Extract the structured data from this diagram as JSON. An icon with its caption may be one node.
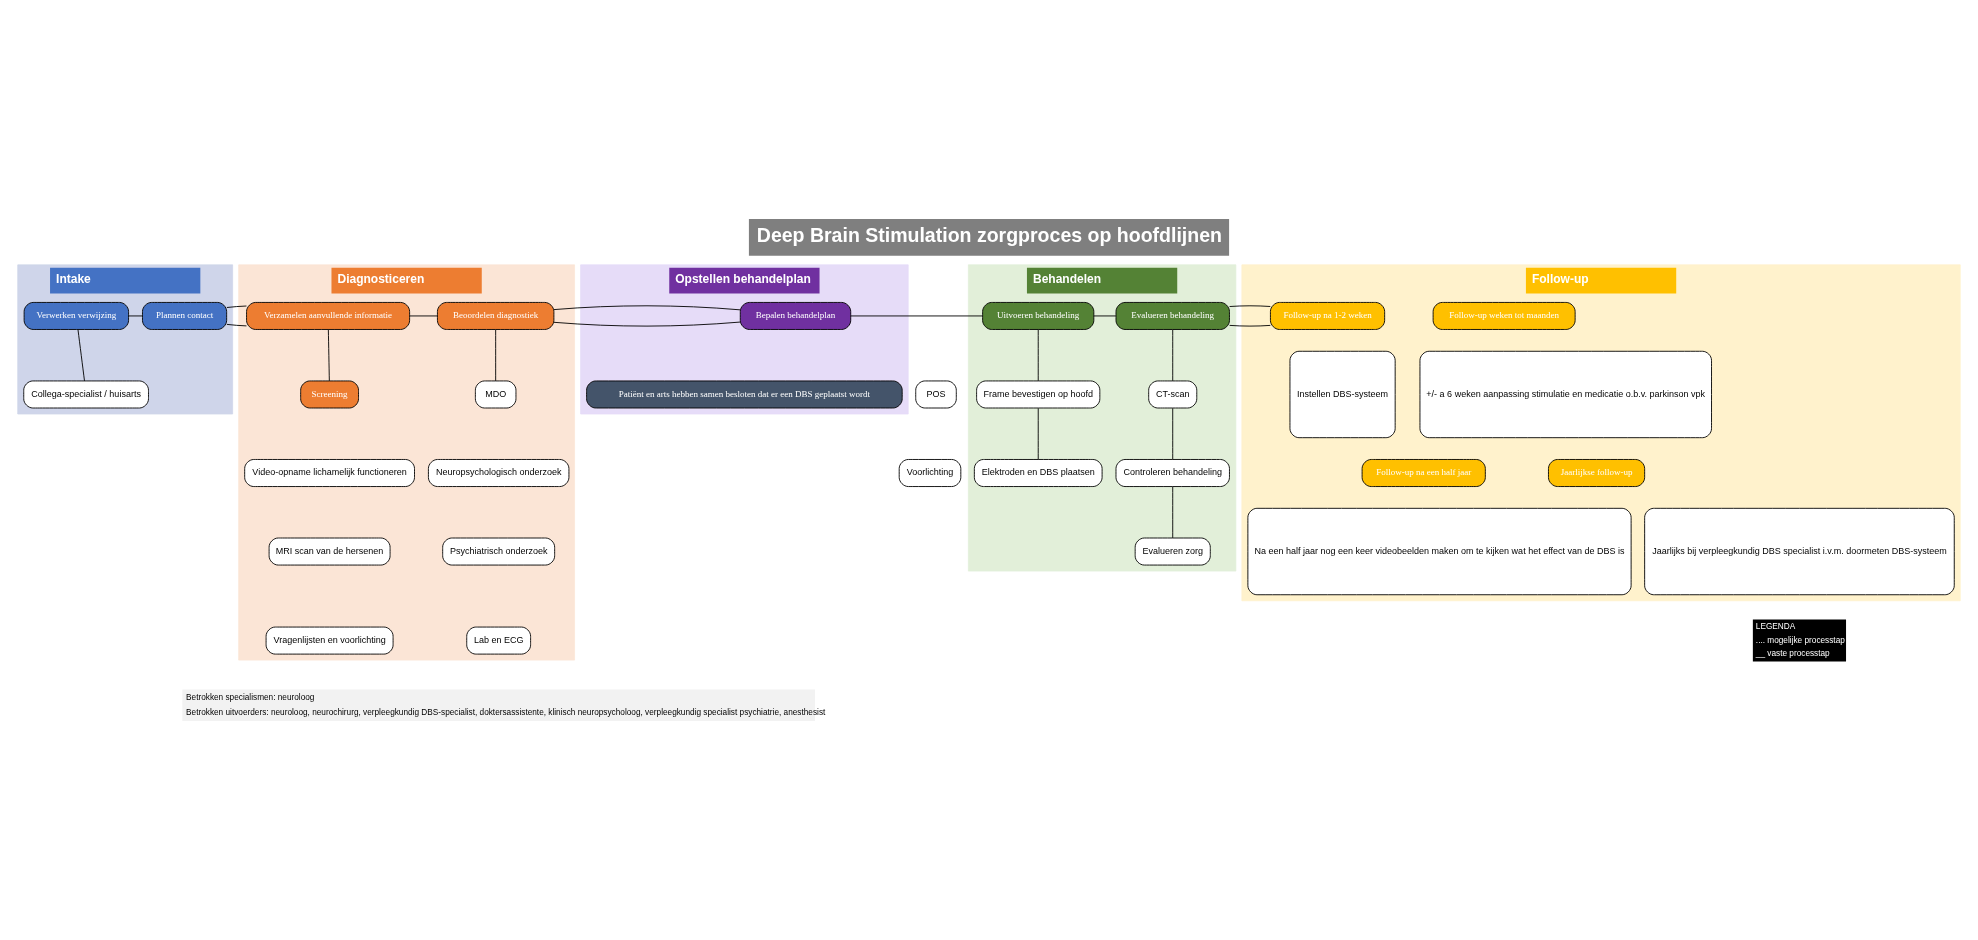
{
  "diagram": {
    "title": "Deep Brain Stimulation zorgproces op hoofdlijnen",
    "nodes": [
      {
        "text": [
          "Intake"
        ]
      },
      {
        "text": [
          "Verwerken verwijzing"
        ],
        "in": 0
      },
      {
        "text": [
          "Plannen contact"
        ],
        "in": 0
      },
      {
        "text": [
          "Collega-specialist / huisarts"
        ],
        "in": 0
      },
      {
        "text": [
          "Diagnosticeren"
        ]
      },
      {
        "text": [
          "Verzamelen aanvullende informatie"
        ],
        "in": 4
      },
      {
        "text": [
          "Beoordelen diagnostiek"
        ],
        "in": 4
      },
      {
        "text": [
          "Screening"
        ],
        "in": 4
      },
      {
        "text": [
          "Video-opname lichamelijk functioneren"
        ],
        "in": 4
      },
      {
        "text": [
          "Neuropsychologisch onderzoek"
        ],
        "in": 4
      },
      {
        "text": [
          "MRI scan van de hersenen"
        ],
        "in": 4
      },
      {
        "text": [
          "Psychiatrisch onderzoek"
        ],
        "in": 4
      },
      {
        "text": [
          "Vragenlijsten en voorlichting"
        ],
        "in": 4
      },
      {
        "text": [
          "Lab en ECG"
        ],
        "in": 4
      },
      {
        "text": [
          "MDO"
        ],
        "in": 4
      },
      {
        "text": [
          "Opstellen behandelplan"
        ]
      },
      {
        "text": [
          "Bepalen behandelplan"
        ],
        "in": 15
      },
      {
        "text": [
          "Patiënt en arts hebben samen besloten dat er een DBS geplaatst wordt"
        ],
        "in": 15
      },
      {
        "text": [
          "POS"
        ]
      },
      {
        "text": [
          "Voorlichting"
        ]
      },
      {
        "text": [
          "Behandelen"
        ]
      },
      {
        "text": [
          "Uitvoeren behandeling"
        ],
        "in": 20
      },
      {
        "text": [
          "Evalueren behandeling"
        ],
        "in": 20
      },
      {
        "text": [
          "Frame bevestigen op hoofd"
        ],
        "in": 20
      },
      {
        "text": [
          "Elektroden en DBS plaatsen"
        ],
        "in": 20
      },
      {
        "text": [
          "CT-scan"
        ],
        "in": 20
      },
      {
        "text": [
          "Controleren behandeling"
        ],
        "in": 20
      },
      {
        "text": [
          "Evalueren zorg"
        ],
        "in": 20
      },
      {
        "text": [
          "Follow-up"
        ]
      },
      {
        "text": [
          "Follow-up na 1-2 weken"
        ],
        "in": 28
      },
      {
        "text": [
          "Instellen DBS-systeem"
        ],
        "in": 28
      },
      {
        "text": [
          "Follow-up weken tot maanden"
        ],
        "in": 28
      },
      {
        "text": [
          "+/- a 6 weken aanpassing stimulatie en medicatie o.b.v. parkinson vpk"
        ],
        "in": 28
      },
      {
        "text": [
          "Follow-up na een half jaar"
        ],
        "in": 28
      },
      {
        "text": [
          "Na een half jaar nog een keer videobeelden maken om te kijken wat het effect van de DBS is"
        ],
        "in": 28
      },
      {
        "text": [
          "Jaarlijkse follow-up"
        ],
        "in": 28
      },
      {
        "text": [
          "Jaarlijks bij verpleegkundig DBS specialist i.v.m. doormeten DBS-systeem"
        ],
        "in": 28
      }
    ],
    "edges": [
      {
        "from": 1,
        "to": 2,
        "arrow": "none"
      },
      {
        "from": 2,
        "to": 5,
        "arrow": "none"
      },
      {
        "from": 5,
        "to": 6,
        "arrow": "none"
      },
      {
        "from": 6,
        "to": 16,
        "arrow": "none"
      },
      {
        "from": 16,
        "to": 21,
        "arrow": "none"
      },
      {
        "from": 21,
        "to": 22,
        "arrow": "none"
      },
      {
        "from": 22,
        "to": 29,
        "arrow": "none"
      },
      {
        "from": 1,
        "to": 3,
        "arrow": "none"
      },
      {
        "from": 5,
        "to": 7,
        "arrow": "none"
      },
      {
        "from": 6,
        "to": 14,
        "arrow": "none"
      },
      {
        "from": 21,
        "to": 23,
        "arrow": "none"
      },
      {
        "from": 23,
        "to": 24,
        "arrow": "none"
      },
      {
        "from": 22,
        "to": 25,
        "arrow": "none"
      },
      {
        "from": 25,
        "to": 26,
        "arrow": "none"
      },
      {
        "from": 26,
        "to": 27,
        "arrow": "none"
      }
    ],
    "labels": [
      "Betrokken specialismen: neuroloog",
      "Betrokken uitvoerders: neuroloog, neurochirurg, verpleegkundig DBS-specialist, doktersassistente, klinisch neuropsycholoog, verpleegkundig specialist psychiatrie, anesthesist",
      "LEGENDA"
    ],
    "legend": [
      {
        "text": ".... mogelijke processtap"
      },
      {
        "text": "__ vaste processtap"
      }
    ]
  }
}
